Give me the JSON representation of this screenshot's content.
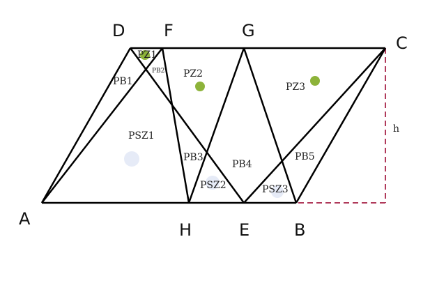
{
  "points": {
    "A": "A",
    "B": "B",
    "C": "C",
    "D": "D",
    "E": "E",
    "F": "F",
    "G": "G",
    "H": "H"
  },
  "height_label": "h",
  "regions": {
    "PZ1": "PZ1",
    "PZ2": "PZ2",
    "PZ3": "PZ3",
    "PB1": "PB1",
    "PB2": "PB2",
    "PB3": "PB3",
    "PB4": "PB4",
    "PB5": "PB5",
    "PSZ1": "PSZ1",
    "PSZ2": "PSZ2",
    "PSZ3": "PSZ3"
  },
  "colors": {
    "line": "#000000",
    "height": "#b03a5b",
    "green_dot": "#8db33a",
    "blue_dot": "#e6ebf7"
  }
}
